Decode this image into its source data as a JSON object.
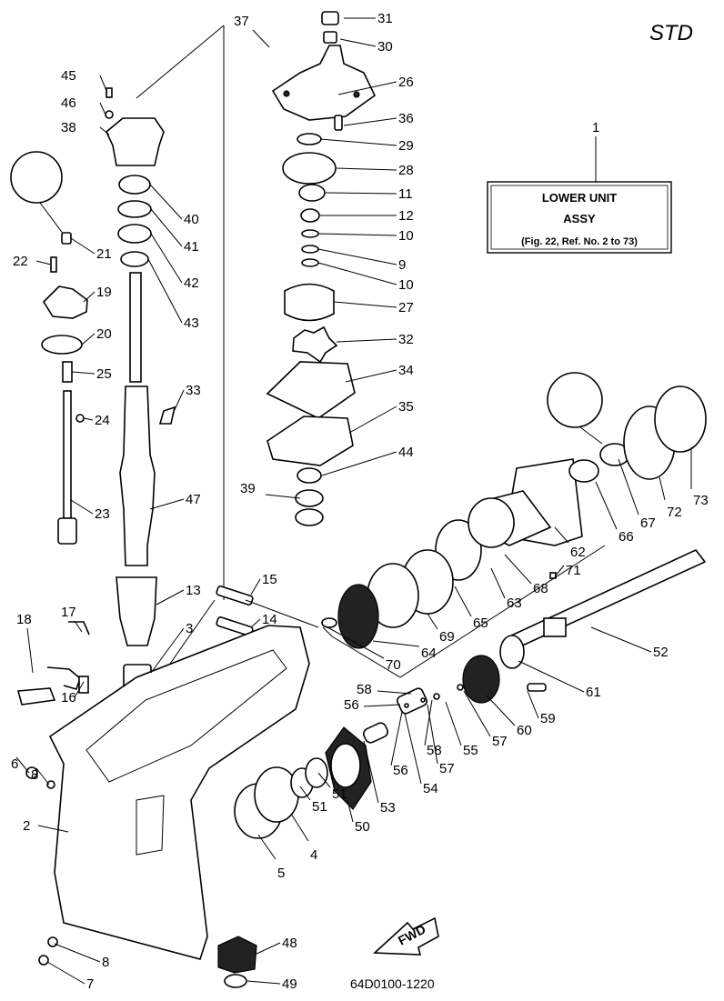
{
  "page": {
    "variant_label": "STD",
    "drawing_code": "64D0100-1220",
    "fwd_label": "FWD"
  },
  "title_box": {
    "callout": "1",
    "line1": "LOWER UNIT",
    "line2": "ASSY",
    "line3": "(Fig. 22, Ref. No. 2 to 73)"
  },
  "callouts": [
    "31",
    "30",
    "37",
    "26",
    "36",
    "29",
    "28",
    "11",
    "12",
    "10",
    "9",
    "10",
    "27",
    "32",
    "34",
    "35",
    "44",
    "39",
    "45",
    "46",
    "38",
    "40",
    "41",
    "42",
    "43",
    "21",
    "22",
    "19",
    "20",
    "25",
    "33",
    "24",
    "23",
    "47",
    "13",
    "15",
    "14",
    "3",
    "17",
    "18",
    "16",
    "6",
    "8",
    "2",
    "4",
    "5",
    "48",
    "8",
    "7",
    "49",
    "73",
    "72",
    "67",
    "66",
    "62",
    "71",
    "68",
    "63",
    "65",
    "69",
    "64",
    "70",
    "52",
    "61",
    "58",
    "56",
    "59",
    "60",
    "57",
    "55",
    "58",
    "57",
    "54",
    "56",
    "53",
    "51",
    "51",
    "50"
  ]
}
